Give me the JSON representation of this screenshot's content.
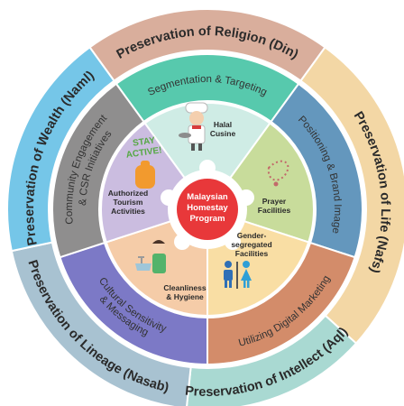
{
  "colors": {
    "religion": "#d9ae9c",
    "life": "#f3d7a5",
    "intellect": "#a9d9d2",
    "lineage": "#a8c2d1",
    "wealth": "#75c6e8",
    "mid_segmentation": "#57c9ad",
    "mid_positioning": "#6497bd",
    "mid_digital": "#d38c6a",
    "mid_cultural": "#7c79c6",
    "mid_community": "#8f8e8e",
    "inner_halal": "#cfece5",
    "inner_prayer": "#c8dc9b",
    "inner_gender": "#f9dea4",
    "inner_clean": "#f5cca8",
    "inner_tourism": "#cbbde0",
    "center": "#e8383a"
  },
  "outer_ring": {
    "religion": "Preservation of Religion (Din)",
    "life": "Preservation of Life (Nafs)",
    "intellect": "Preservation of Intellect (Aql)",
    "lineage": "Preservation of Lineage (Nasab)",
    "wealth": "Preservation of Wealth (Naml)"
  },
  "middle_ring": {
    "segmentation": "Segmentation & Targeting",
    "positioning": "Positioning & Brand Image",
    "digital": "Utilizing Digital Marketing",
    "cultural_line1": "Cultural Sensitivity",
    "cultural_line2": "& Messaging",
    "community_line1": "Community Engagement",
    "community_line2": "& CSR Initiatives"
  },
  "inner_ring": {
    "halal_line1": "Halal",
    "halal_line2": "Cusine",
    "prayer_line1": "Prayer",
    "prayer_line2": "Facilities",
    "gender_line1": "Gender-",
    "gender_line2": "segregated",
    "gender_line3": "Facilities",
    "clean_line1": "Cleanliness",
    "clean_line2": "& Hygiene",
    "tourism_line1": "Authorized",
    "tourism_line2": "Tourism",
    "tourism_line3": "Activities",
    "stay_active_line1": "STAY",
    "stay_active_line2": "ACTIVE!"
  },
  "center": {
    "line1": "Malaysian",
    "line2": "Homestay",
    "line3": "Program"
  }
}
